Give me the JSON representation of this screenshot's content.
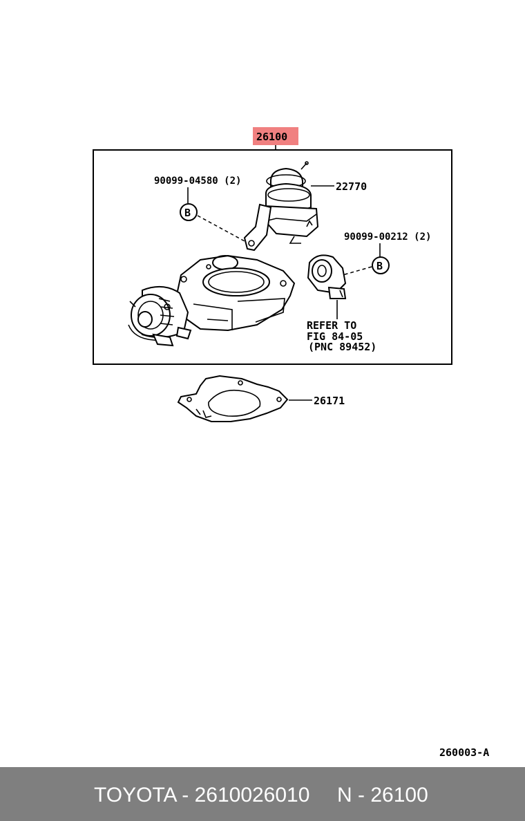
{
  "diagram": {
    "main_part_number": "26100",
    "highlight_color": "#f08080",
    "callouts": {
      "bolt_left": "90099-04580 (2)",
      "sensor_part": "22770",
      "bolt_right": "90099-00212 (2)",
      "gasket_part": "26171",
      "marker_left": "B",
      "marker_right": "B",
      "refer_line1": "REFER TO",
      "refer_line2": "FIG 84-05",
      "refer_line3": "(PNC 89452)"
    },
    "figure_code": "260003-A"
  },
  "footer": {
    "part_info": "TOYOTA - 2610026010",
    "pnc_info": "N - 26100",
    "background": "#7f7f7f"
  }
}
